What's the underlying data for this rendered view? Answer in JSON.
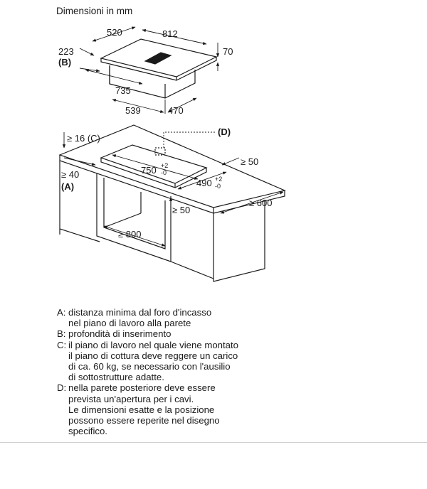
{
  "title": "Dimensioni in mm",
  "top_view": {
    "d520": "520",
    "d812": "812",
    "d223": "223",
    "d70": "70",
    "label_b": "(B)",
    "d735": "735",
    "d539": "539",
    "d470": "470"
  },
  "cutout_view": {
    "d16": "≥ 16 (C)",
    "label_d": "(D)",
    "d50a": "≥ 50",
    "d40": "≥ 40",
    "label_a": "(A)",
    "d750": "750",
    "d750_tol_up": "+2",
    "d750_tol_down": "-0",
    "d490": "490",
    "d490_tol_up": "+2",
    "d490_tol_down": "-0",
    "d50b": "≥ 50",
    "d600": "≥ 600",
    "d800": "≥ 800"
  },
  "legend": [
    {
      "key": "A:",
      "lines": [
        "distanza minima dal foro d'incasso",
        "nel piano di lavoro alla parete"
      ]
    },
    {
      "key": "B:",
      "lines": [
        "profondità di inserimento"
      ]
    },
    {
      "key": "C:",
      "lines": [
        "il piano di lavoro nel quale viene montato",
        "il piano di cottura deve reggere un carico",
        "di ca. 60 kg, se necessario con l'ausilio",
        "di sottostrutture adatte."
      ]
    },
    {
      "key": "D:",
      "lines": [
        "nella parete posteriore deve essere",
        "prevista un'apertura per i cavi.",
        "Le dimensioni esatte e la posizione",
        "possono essere reperite nel disegno",
        "specifico."
      ]
    }
  ]
}
